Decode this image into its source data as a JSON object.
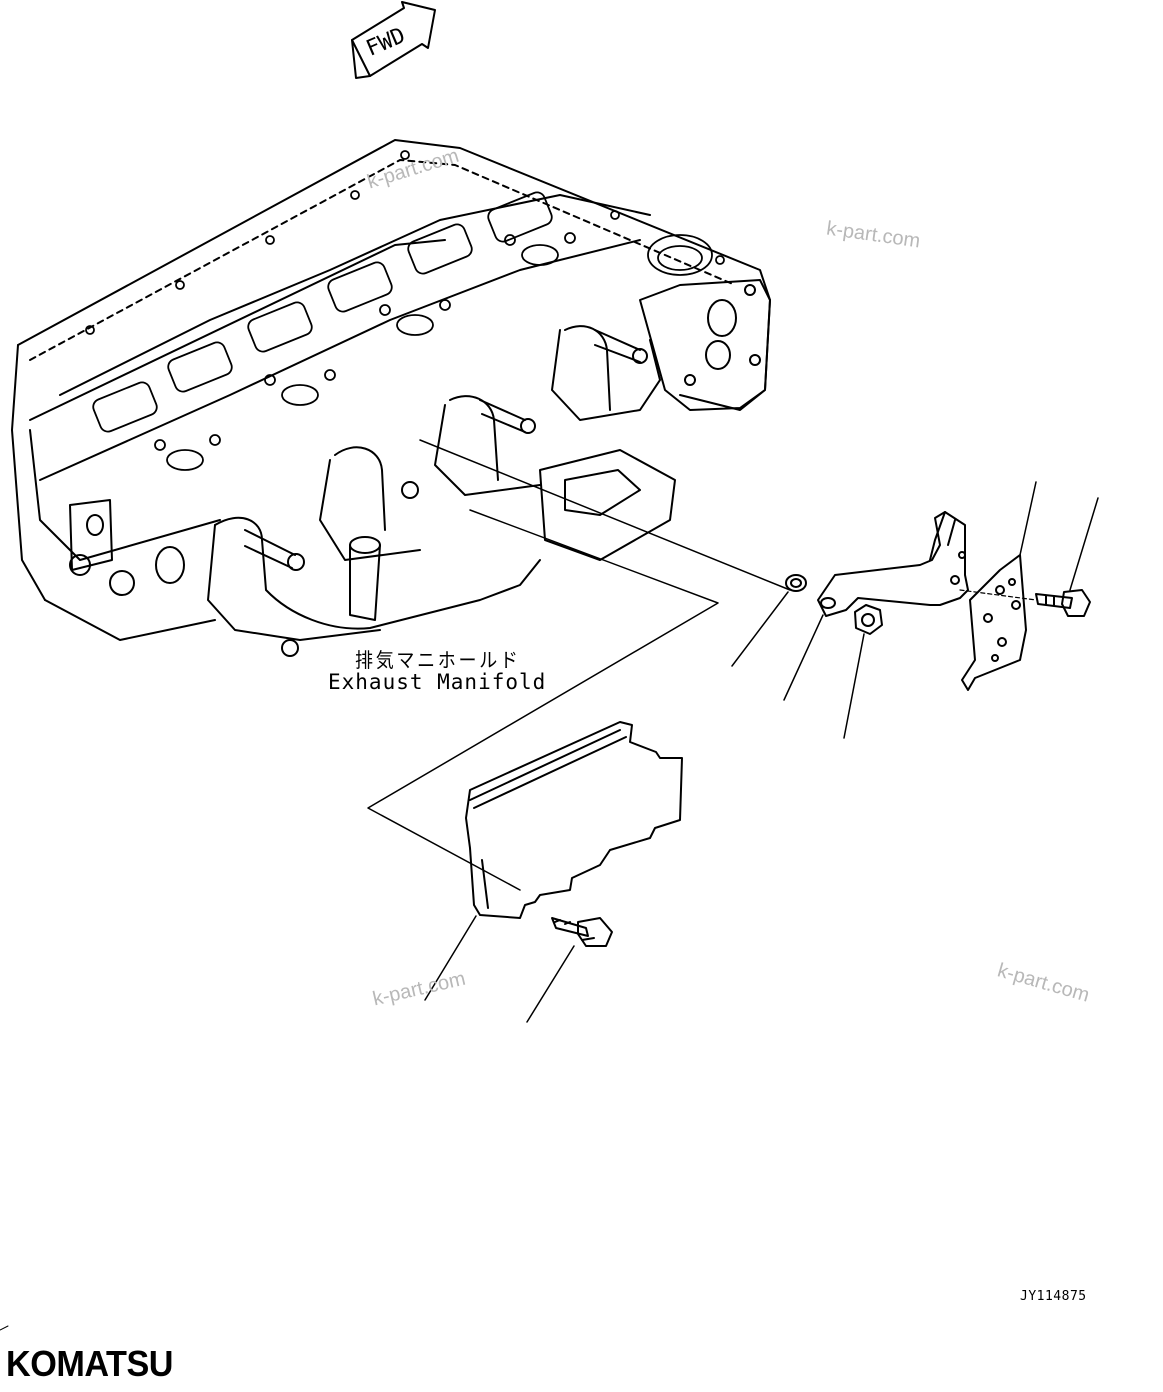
{
  "direction_marker": {
    "text": "FWD"
  },
  "labels": {
    "manifold_jp": "排気マニホールド",
    "manifold_en": "Exhaust Manifold"
  },
  "drawing_id": "JY114875",
  "brand": {
    "logo_text": "KOMATSU"
  },
  "watermarks": [
    "k-part.com",
    "k-part.com",
    "k-part.com",
    "k-part.com"
  ],
  "colors": {
    "line": "#000000",
    "watermark": "#b8b8b8",
    "background": "#ffffff"
  }
}
